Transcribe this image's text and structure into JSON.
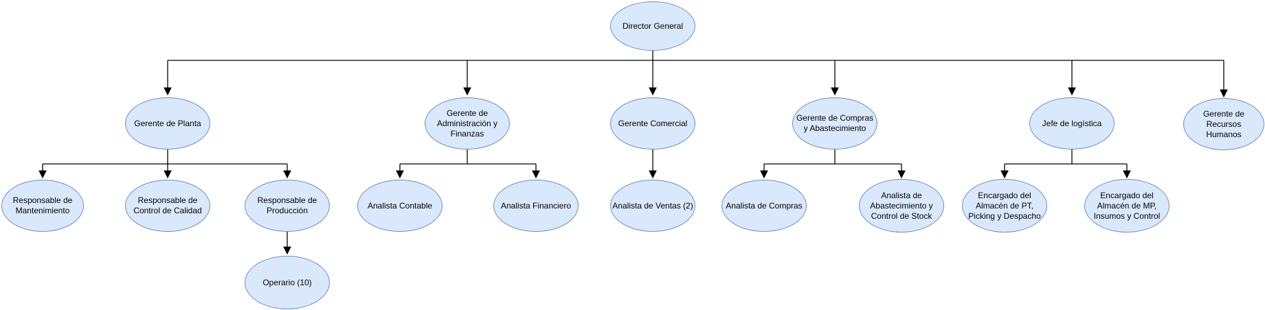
{
  "diagram": {
    "kind": "org-chart",
    "background_color": "#ffffff",
    "node_style": {
      "fill": "#dae8fc",
      "border": "#6c8ebf",
      "text_color": "#000000"
    },
    "connector_color": "#000000",
    "nodes": [
      {
        "id": "director-general",
        "label": "Director General",
        "parent": null
      },
      {
        "id": "gerente-de-planta",
        "label": "Gerente de Planta",
        "parent": "director-general"
      },
      {
        "id": "gerente-admin-finanzas",
        "label": "Gerente de\nAdministración y\nFinanzas",
        "parent": "director-general"
      },
      {
        "id": "gerente-comercial",
        "label": "Gerente Comercial",
        "parent": "director-general"
      },
      {
        "id": "gerente-compras",
        "label": "Gerente de Compras\ny Abastecimiento",
        "parent": "director-general"
      },
      {
        "id": "jefe-de-logistica",
        "label": "Jefe de logística",
        "parent": "director-general"
      },
      {
        "id": "gerente-rrhh",
        "label": "Gerente de Recursos\nHumanos",
        "parent": "director-general"
      },
      {
        "id": "resp-mantenimiento",
        "label": "Responsable de\nMantenimiento",
        "parent": "gerente-de-planta"
      },
      {
        "id": "resp-control-calidad",
        "label": "Responsable de\nControl de Calidad",
        "parent": "gerente-de-planta"
      },
      {
        "id": "resp-produccion",
        "label": "Responsable de\nProducción",
        "parent": "gerente-de-planta"
      },
      {
        "id": "analista-contable",
        "label": "Analista Contable",
        "parent": "gerente-admin-finanzas"
      },
      {
        "id": "analista-financiero",
        "label": "Analista Financiero",
        "parent": "gerente-admin-finanzas"
      },
      {
        "id": "analista-ventas",
        "label": "Analista de Ventas (2)",
        "parent": "gerente-comercial"
      },
      {
        "id": "analista-compras",
        "label": "Analista de Compras",
        "parent": "gerente-compras"
      },
      {
        "id": "analista-abastecimiento",
        "label": "Analista de\nAbastecimiento y\nControl de Stock",
        "parent": "gerente-compras"
      },
      {
        "id": "encargado-almacen-pt",
        "label": "Encargado del\nAlmacén de PT,\nPicking y Despacho",
        "parent": "jefe-de-logistica"
      },
      {
        "id": "encargado-almacen-mp",
        "label": "Encargado del\nAlmacén de MP,\nInsumos y Control",
        "parent": "jefe-de-logistica"
      },
      {
        "id": "operario",
        "label": "Operario (10)",
        "parent": "resp-produccion"
      }
    ]
  }
}
